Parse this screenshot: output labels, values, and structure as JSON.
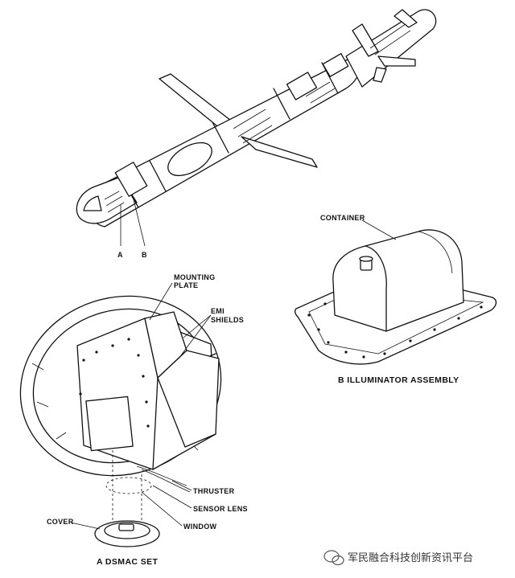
{
  "missile": {
    "callout_a": "A",
    "callout_b": "B"
  },
  "illuminator": {
    "label_container": "CONTAINER",
    "caption": "B  ILLUMINATOR ASSEMBLY"
  },
  "dsmac": {
    "label_mounting_plate_1": "MOUNTING",
    "label_mounting_plate_2": "PLATE",
    "label_emi_1": "EMI",
    "label_emi_2": "SHIELDS",
    "label_thruster": "THRUSTER",
    "label_sensor_lens": "SENSOR LENS",
    "label_window": "WINDOW",
    "label_cover": "COVER",
    "caption": "A  DSMAC SET"
  },
  "watermark": {
    "text": "军民融合科技创新资讯平台"
  }
}
